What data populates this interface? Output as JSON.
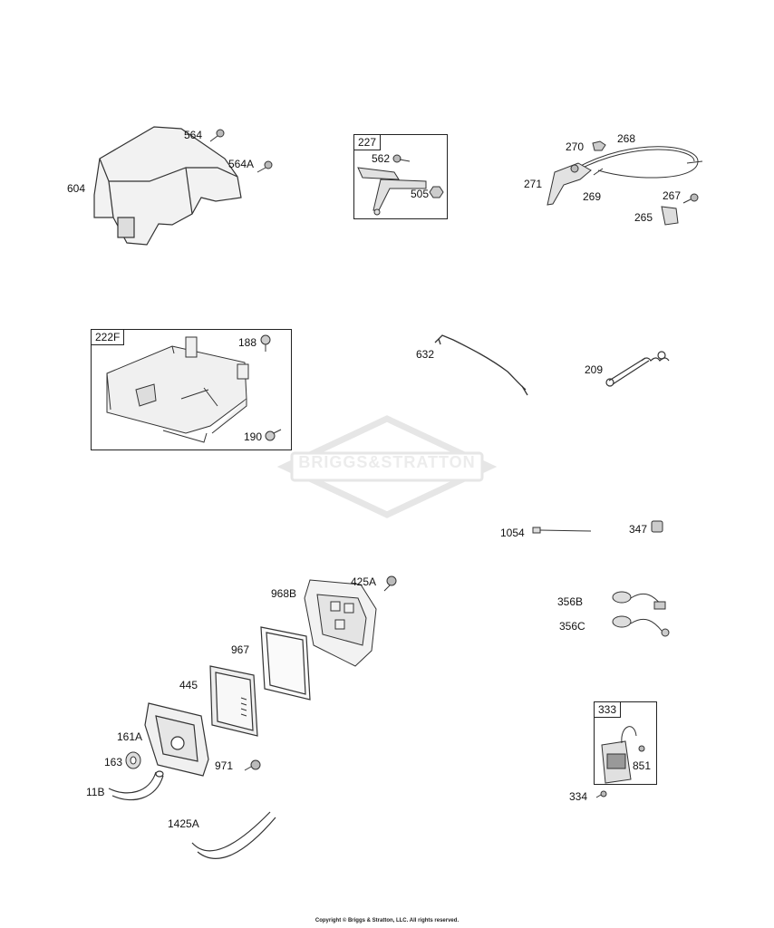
{
  "watermark": "BRIGGS&STRATTON",
  "footer": "Copyright © Briggs & Stratton, LLC. All rights reserved.",
  "box_labels": {
    "b227": "227",
    "b222F": "222F",
    "b333": "333"
  },
  "labels": {
    "p604": "604",
    "p564": "564",
    "p564A": "564A",
    "p562": "562",
    "p505": "505",
    "p270": "270",
    "p268": "268",
    "p271": "271",
    "p269": "269",
    "p267": "267",
    "p265": "265",
    "p188": "188",
    "p190": "190",
    "p632": "632",
    "p209": "209",
    "p1054": "1054",
    "p347": "347",
    "p968B": "968B",
    "p425A": "425A",
    "p967": "967",
    "p445": "445",
    "p356B": "356B",
    "p356C": "356C",
    "p161A": "161A",
    "p163": "163",
    "p971": "971",
    "p11B": "11B",
    "p1425A": "1425A",
    "p851": "851",
    "p334": "334"
  }
}
